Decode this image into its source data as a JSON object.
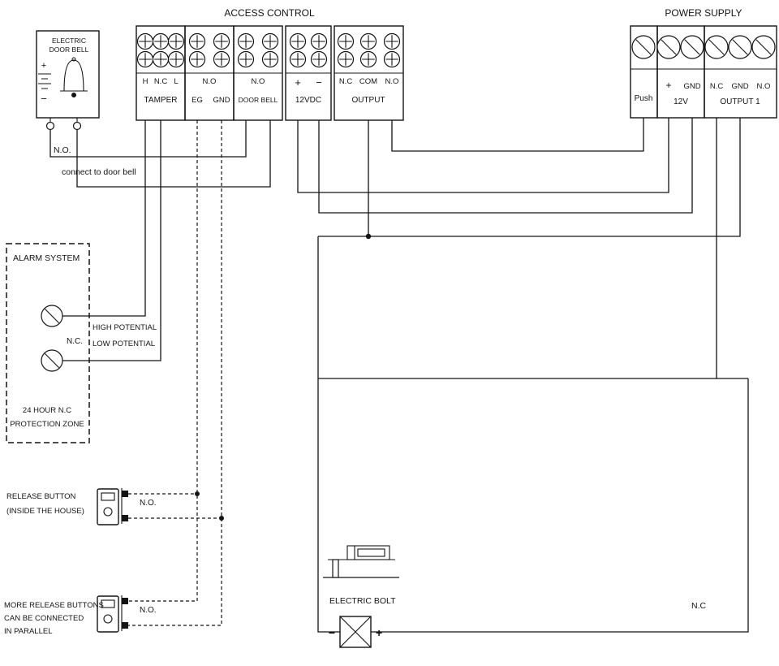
{
  "titles": {
    "access_control": "ACCESS CONTROL",
    "power_supply": "POWER SUPPLY"
  },
  "access_block": {
    "tamper": {
      "t1": "H",
      "t2": "N.C",
      "t3": "L",
      "name": "TAMPER"
    },
    "eg": {
      "top": "N.O",
      "l1": "EG",
      "l2": "GND"
    },
    "doorbell": {
      "top": "N.O",
      "name": "DOOR BELL"
    },
    "vdc": {
      "plus": "+",
      "minus": "−",
      "name": "12VDC"
    },
    "output": {
      "t1": "N.C",
      "t2": "COM",
      "t3": "N.O",
      "name": "OUTPUT"
    }
  },
  "power_block": {
    "push": "Push",
    "v12": {
      "plus": "+",
      "gnd": "GND",
      "name": "12V"
    },
    "output1": {
      "t1": "N.C",
      "t2": "GND",
      "t3": "N.O",
      "name": "OUTPUT 1"
    }
  },
  "doorbell_device": {
    "line1": "ELECTRIC",
    "line2": "DOOR BELL",
    "plus": "+",
    "minus": "−"
  },
  "labels": {
    "no_doorbell": "N.O.",
    "connect": "connect to door bell",
    "high": "HIGH POTENTIAL",
    "low": "LOW POTENTIAL"
  },
  "alarm": {
    "title": "ALARM SYSTEM",
    "nc": "N.C.",
    "zone1": "24 HOUR N.C",
    "zone2": "PROTECTION ZONE"
  },
  "release1": {
    "line1": "RELEASE BUTTON",
    "line2": "(INSIDE THE HOUSE)",
    "no": "N.O."
  },
  "release2": {
    "line1": "MORE RELEASE BUTTONS",
    "line2": "CAN BE CONNECTED",
    "line3": "IN PARALLEL",
    "no": "N.O."
  },
  "bolt": {
    "label": "ELECTRIC BOLT",
    "minus": "−",
    "plus": "+",
    "nc": "N.C"
  }
}
